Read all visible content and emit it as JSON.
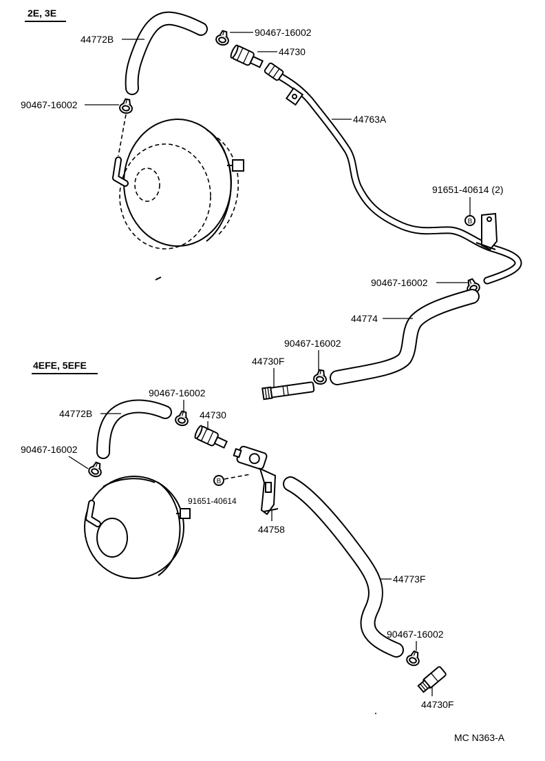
{
  "variants": {
    "upper": {
      "heading": "2E, 3E",
      "callouts": {
        "hose_a": "44772B",
        "clamp_a": "90467-16002",
        "valve": "44730",
        "clamp_b": "90467-16002",
        "pipe": "44763A",
        "bolt": "91651-40614 (2)",
        "bolt_marker": "B",
        "clamp_c": "90467-16002",
        "hose_b": "44774",
        "clamp_d": "90467-16002",
        "fitting": "44730F"
      }
    },
    "lower": {
      "heading": "4EFE, 5EFE",
      "callouts": {
        "clamp_a": "90467-16002",
        "hose_a": "44772B",
        "valve": "44730",
        "clamp_b": "90467-16002",
        "bolt_marker": "B",
        "bolt": "91651-40614",
        "bracket": "44758",
        "hose_b": "44773F",
        "clamp_c": "90467-16002",
        "fitting": "44730F"
      }
    }
  },
  "drawing_code": "MC N363-A"
}
